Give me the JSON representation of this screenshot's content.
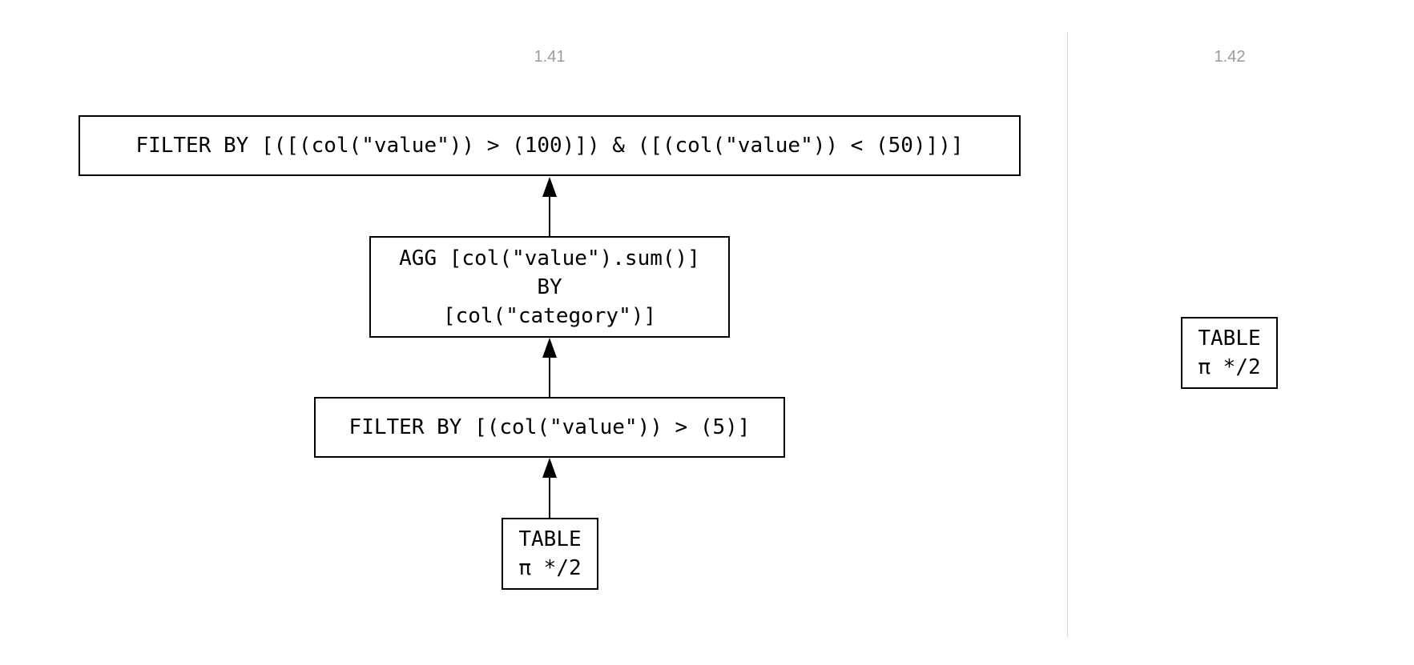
{
  "columns": [
    {
      "version": "1.41",
      "nodes": [
        {
          "lines": [
            "FILTER BY [([(col(\"value\")) > (100)]) & ([(col(\"value\")) < (50)])]"
          ]
        },
        {
          "lines": [
            "AGG [col(\"value\").sum()]",
            "BY",
            "[col(\"category\")]"
          ]
        },
        {
          "lines": [
            "FILTER BY [(col(\"value\")) > (5)]"
          ]
        },
        {
          "lines": [
            "TABLE",
            "π */2"
          ]
        }
      ]
    },
    {
      "version": "1.42",
      "nodes": [
        {
          "lines": [
            "TABLE",
            "π */2"
          ]
        }
      ]
    }
  ]
}
